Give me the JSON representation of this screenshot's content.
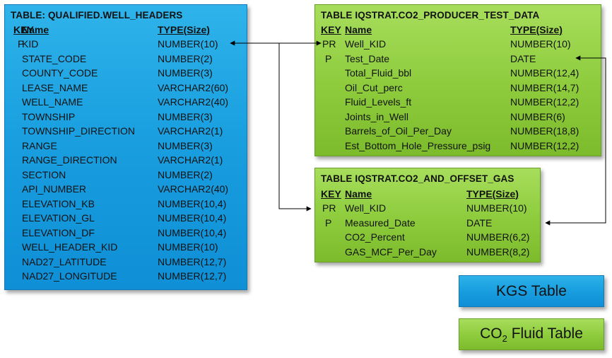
{
  "tables": {
    "well_headers": {
      "title": "TABLE: QUALIFIED.WELL_HEADERS",
      "headers": {
        "key": "KEY",
        "name": "Name",
        "type": "TYPE(Size)"
      },
      "rows": [
        {
          "key": "P",
          "name": "KID",
          "type": "NUMBER(10)"
        },
        {
          "key": "",
          "name": "STATE_CODE",
          "type": "NUMBER(2)"
        },
        {
          "key": "",
          "name": "COUNTY_CODE",
          "type": "NUMBER(3)"
        },
        {
          "key": "",
          "name": "LEASE_NAME",
          "type": "VARCHAR2(60)"
        },
        {
          "key": "",
          "name": "WELL_NAME",
          "type": "VARCHAR2(40)"
        },
        {
          "key": "",
          "name": "TOWNSHIP",
          "type": "NUMBER(3)"
        },
        {
          "key": "",
          "name": "TOWNSHIP_DIRECTION",
          "type": "VARCHAR2(1)"
        },
        {
          "key": "",
          "name": "RANGE",
          "type": "NUMBER(3)"
        },
        {
          "key": "",
          "name": "RANGE_DIRECTION",
          "type": "VARCHAR2(1)"
        },
        {
          "key": "",
          "name": "SECTION",
          "type": "NUMBER(2)"
        },
        {
          "key": "",
          "name": "API_NUMBER",
          "type": "VARCHAR2(40)"
        },
        {
          "key": "",
          "name": "ELEVATION_KB",
          "type": "NUMBER(10,4)"
        },
        {
          "key": "",
          "name": "ELEVATION_GL",
          "type": "NUMBER(10,4)"
        },
        {
          "key": "",
          "name": "ELEVATION_DF",
          "type": "NUMBER(10,4)"
        },
        {
          "key": "",
          "name": "WELL_HEADER_KID",
          "type": "NUMBER(10)"
        },
        {
          "key": "",
          "name": "NAD27_LATITUDE",
          "type": "NUMBER(12,7)"
        },
        {
          "key": "",
          "name": "NAD27_LONGITUDE",
          "type": "NUMBER(12,7)"
        }
      ]
    },
    "producer_test": {
      "title": "TABLE IQSTRAT.CO2_PRODUCER_TEST_DATA",
      "headers": {
        "key": "KEY",
        "name": "Name",
        "type": "TYPE(Size)"
      },
      "rows": [
        {
          "key": "PR",
          "name": "Well_KID",
          "type": "NUMBER(10)"
        },
        {
          "key": "P",
          "name": "Test_Date",
          "type": "DATE"
        },
        {
          "key": "",
          "name": "Total_Fluid_bbl",
          "type": "NUMBER(12,4)"
        },
        {
          "key": "",
          "name": "Oil_Cut_perc",
          "type": "NUMBER(14,7)"
        },
        {
          "key": "",
          "name": "Fluid_Levels_ft",
          "type": "NUMBER(12,2)"
        },
        {
          "key": "",
          "name": "Joints_in_Well",
          "type": "NUMBER(6)"
        },
        {
          "key": "",
          "name": "Barrels_of_Oil_Per_Day",
          "type": "NUMBER(18,8)"
        },
        {
          "key": "",
          "name": "Est_Bottom_Hole_Pressure_psig",
          "type": "NUMBER(12,2)"
        }
      ]
    },
    "offset_gas": {
      "title": "TABLE IQSTRAT.CO2_AND_OFFSET_GAS",
      "headers": {
        "key": "KEY",
        "name": "Name",
        "type": "TYPE(Size)"
      },
      "rows": [
        {
          "key": "PR",
          "name": "Well_KID",
          "type": "NUMBER(10)"
        },
        {
          "key": "P",
          "name": "Measured_Date",
          "type": "DATE"
        },
        {
          "key": "",
          "name": "CO2_Percent",
          "type": "NUMBER(6,2)"
        },
        {
          "key": "",
          "name": "GAS_MCF_Per_Day",
          "type": "NUMBER(8,2)"
        }
      ]
    }
  },
  "legend": {
    "kgs": "KGS Table",
    "co2_prefix": "CO",
    "co2_sub": "2",
    "co2_suffix": " Fluid Table"
  },
  "colors": {
    "kgs_table": "#1a9fe0",
    "co2_table": "#8fcd3f"
  }
}
